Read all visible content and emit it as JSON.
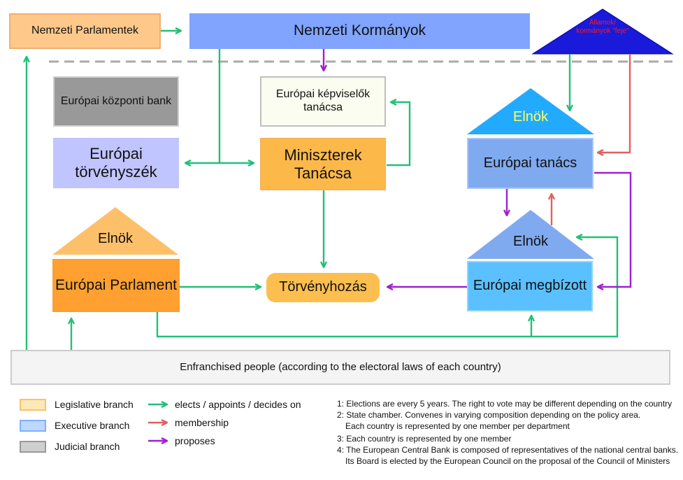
{
  "nodes": {
    "national_parliaments": "Nemzeti Parlamentek",
    "national_governments": "Nemzeti Kormányok",
    "heads_of_state": "Államok/ kormányok \"feje\"",
    "central_bank": "Európai központi bank",
    "coreper": "Európai képviselők tanácsa",
    "court": "Európai törvényszék",
    "council_of_ministers": "Miniszterek Tanácsa",
    "council_president": "Elnök",
    "european_council": "Európai tanács",
    "parliament_president": "Elnök",
    "european_parliament": "Európai Parlament",
    "legislation": "Törvényhozás",
    "commission_president": "Elnök",
    "commission": "Európai megbízott",
    "people": "Enfranchised people (according to the electoral laws of each country)"
  },
  "legend": {
    "legislative": "Legislative branch",
    "executive": "Executive branch",
    "judicial": "Judicial branch",
    "elects": "elects / appoints / decides on",
    "membership": "membership",
    "proposes": "proposes"
  },
  "colors": {
    "green_arrow": "#22c078",
    "red_arrow": "#e06060",
    "purple_arrow": "#a020d0",
    "legislative": "#fdc06a",
    "executive": "#80b0ff",
    "judicial": "#999999"
  },
  "notes": [
    "1: Elections are every 5 years. The right to vote may be different depending on the country",
    "2: State chamber. Convenes in varying composition depending on the policy area.",
    "Each country is represented by one member per department",
    "3: Each country is represented by one member",
    "4: The European Central Bank is composed of representatives of the national central banks.",
    "Its Board is elected by the European Council on the proposal of the Council of Ministers"
  ]
}
